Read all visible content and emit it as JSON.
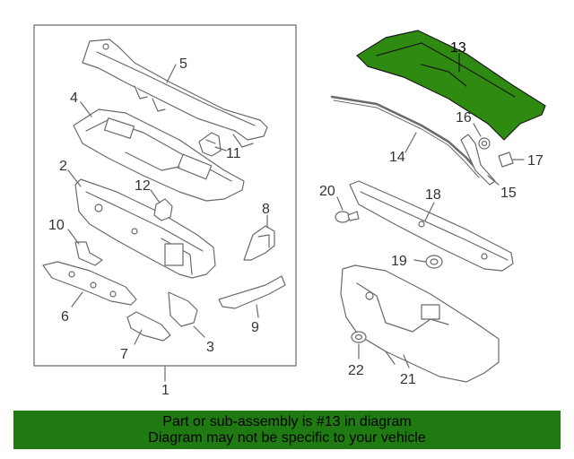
{
  "colors": {
    "highlight": "#2f8a12",
    "outline": "#6a6a6a",
    "banner": "#1f7a12"
  },
  "callouts": {
    "c1": "1",
    "c2": "2",
    "c3": "3",
    "c4": "4",
    "c5": "5",
    "c6": "6",
    "c7": "7",
    "c8": "8",
    "c9": "9",
    "c10": "10",
    "c11": "11",
    "c12": "12",
    "c13": "13",
    "c14": "14",
    "c15": "15",
    "c16": "16",
    "c17": "17",
    "c18": "18",
    "c19": "19",
    "c20": "20",
    "c21": "21",
    "c22": "22"
  },
  "banner": {
    "line1": "Part or sub-assembly is #13 in diagram",
    "line2": "Diagram may not be specific to your vehicle"
  }
}
